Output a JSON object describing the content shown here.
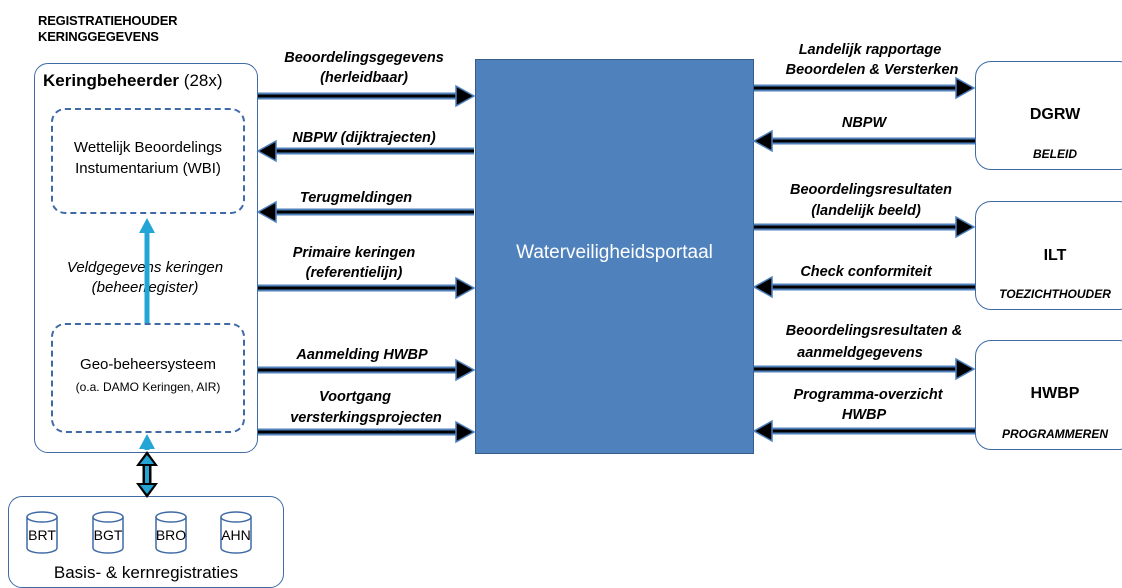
{
  "header": {
    "line1": "REGISTRATIEHOUDER",
    "line2": "KERINGGEGEVENS"
  },
  "keringbeheerder": {
    "title": "Keringbeheerder",
    "count": "(28x)",
    "wbi_line1": "Wettelijk Beoordelings",
    "wbi_line2": "Instumentarium (WBI)",
    "veld_line1": "Veldgegevens keringen",
    "veld_line2": "(beheerregister)",
    "geo_line1": "Geo-beheersysteem",
    "geo_line2": "(o.a. DAMO Keringen, AIR)"
  },
  "portal": {
    "label": "Waterveiligheidsportaal"
  },
  "left_flows": [
    {
      "line1": "Beoordelingsgegevens",
      "line2": "(herleidbaar)"
    },
    {
      "line1": "NBPW (dijktrajecten)",
      "line2": ""
    },
    {
      "line1": "Terugmeldingen",
      "line2": ""
    },
    {
      "line1": "Primaire keringen",
      "line2": "(referentielijn)"
    },
    {
      "line1": "Aanmelding HWBP",
      "line2": ""
    },
    {
      "line1": "Voortgang",
      "line2": "versterkingsprojecten"
    }
  ],
  "right_flows": [
    {
      "line1": "Landelijk rapportage",
      "line2": "Beoordelen & Versterken"
    },
    {
      "line1": "NBPW",
      "line2": ""
    },
    {
      "line1": "Beoordelingsresultaten",
      "line2": "(landelijk beeld)"
    },
    {
      "line1": "Check conformiteit",
      "line2": ""
    },
    {
      "line1": "Beoordelingsresultaten &",
      "line2": "aanmeldgegevens"
    },
    {
      "line1": "Programma-overzicht",
      "line2": "HWBP"
    }
  ],
  "external": [
    {
      "name": "DGRW",
      "role": "BELEID"
    },
    {
      "name": "ILT",
      "role": "TOEZICHTHOUDER"
    },
    {
      "name": "HWBP",
      "role": "PROGRAMMEREN"
    }
  ],
  "basis": {
    "label": "Basis- & kernregistraties",
    "items": [
      "BRT",
      "BGT",
      "BRO",
      "AHN"
    ]
  },
  "colors": {
    "portal": "#4f81bd",
    "arrow": "#4f81bd",
    "arrow_dark": "#000000",
    "vertical_arrow": "#23a6d5",
    "border": "#3f6aa6"
  }
}
